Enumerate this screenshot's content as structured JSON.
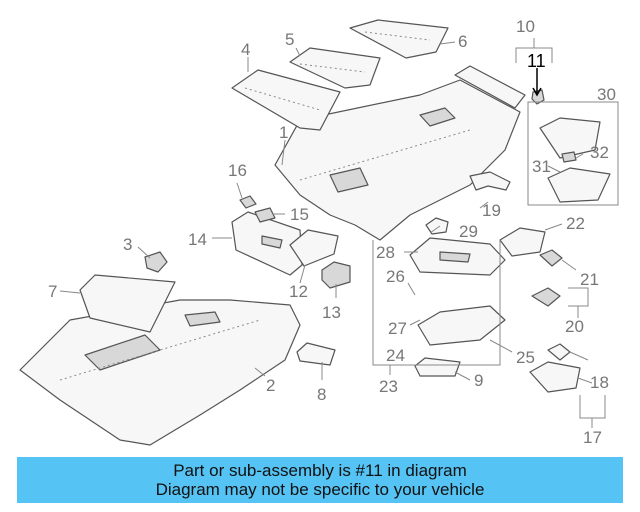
{
  "diagram": {
    "callouts": {
      "c1": "1",
      "c2": "2",
      "c3": "3",
      "c4": "4",
      "c5": "5",
      "c6": "6",
      "c7": "7",
      "c8": "8",
      "c9": "9",
      "c10": "10",
      "c11": "11",
      "c12": "12",
      "c13": "13",
      "c14": "14",
      "c15": "15",
      "c16": "16",
      "c17": "17",
      "c18": "18",
      "c19": "19",
      "c20": "20",
      "c21": "21",
      "c22": "22",
      "c23": "23",
      "c24": "24",
      "c25": "25",
      "c26": "26",
      "c27": "27",
      "c28": "28",
      "c29": "29",
      "c30": "30",
      "c31": "31",
      "c32": "32"
    },
    "highlighted_part": "11"
  },
  "banner": {
    "line1": "Part or sub-assembly is #11 in diagram",
    "line2": "Diagram may not be specific to your vehicle",
    "color": "#55c3f3"
  }
}
